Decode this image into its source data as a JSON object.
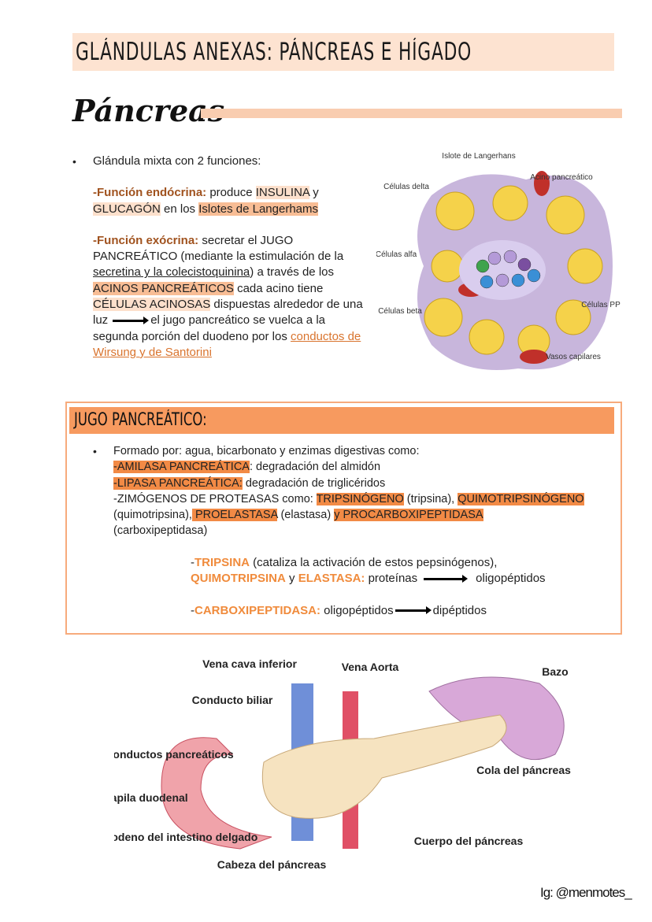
{
  "title": "GLÁNDULAS ANEXAS: PÁNCREAS E HÍGADO",
  "section": "Páncreas",
  "intro": {
    "bullet": "Glándula mixta con 2 funciones:",
    "endo_label": "-Función endócrina:",
    "endo_1": " produce ",
    "endo_insulina": "INSULINA",
    "endo_2": " y ",
    "endo_glucagon": "GLUCAGÓN",
    "endo_3": " en los ",
    "endo_islotes": "Islotes de Langerhams",
    "exo_label": "-Función exócrina:",
    "exo_1": " secretar el JUGO PANCREÁTICO (mediante la estimulación de la ",
    "exo_under": "secretina y la colecistoquinina",
    "exo_2": ")  a través de los ",
    "exo_acinos": "ACINOS PANCREÁTICOS",
    "exo_3": " cada acino tiene ",
    "exo_celulas": "CÉLULAS ACINOSAS",
    "exo_4": " dispuestas alrededor de una luz",
    "exo_5": "el jugo pancreático se vuelca  a la segunda porción del duodeno por los ",
    "exo_link": "conductos de Wirsung y de Santorini"
  },
  "islet_figure": {
    "labels": [
      "Islote de Langerhans",
      "Acino pancreático",
      "Células delta",
      "Células alfa",
      "Células beta",
      "Células PP",
      "Vasos capilares"
    ]
  },
  "juice": {
    "header": "JUGO PANCREÁTICO:",
    "line1": "Formado por: agua, bicarbonato y enzimas digestivas como:",
    "amilasa": "-AMILASA PANCREÁTICA",
    "amilasa_desc": ": degradación del almidón",
    "lipasa": "-LIPASA PANCREÁTICA:",
    "lipasa_desc": " degradación de triglicéridos",
    "zim": "-ZIMÓGENOS DE PROTEASAS como: ",
    "tripsinogeno": "TRIPSINÓGENO",
    "t_desc": " (tripsina), ",
    "quimo": "QUIMOTRIPSINÓGENO",
    "q_desc": "(quimotripsina),",
    "proel": " PROELASTASA",
    "p_desc": " (elastasa) ",
    "procarb": "y PROCARBOXIPEPTIDASA",
    "c_desc": "(carboxipeptidasa)",
    "tripsina": "TRIPSINA",
    "tripsina_desc": " (cataliza la activación de estos pepsinógenos),",
    "quimotripsina": "QUIMOTRIPSINA",
    "y": " y ",
    "elastasa": "ELASTASA:",
    "proteinas": " proteínas",
    "oligo": "oligopéptidos",
    "carbox": "CARBOXIPEPTIDASA:",
    "oligo2": " oligopéptidos",
    "dipep": "dipéptidos"
  },
  "anatomy_figure": {
    "labels": [
      "Vena cava inferior",
      "Vena Aorta",
      "Bazo",
      "Conducto biliar",
      "Conductos pancreáticos",
      "Cola del páncreas",
      "Papila duodenal",
      "Duodeno del intestino delgado",
      "Cabeza del páncreas",
      "Cuerpo del páncreas"
    ]
  },
  "credit": "Ig: @menmotes_",
  "colors": {
    "title_bg": "#fde3d1",
    "accent": "#f79a5f",
    "highlight_dark": "#f28a45",
    "highlight_light": "#fde0cc",
    "bold_brown": "#a0521e"
  }
}
